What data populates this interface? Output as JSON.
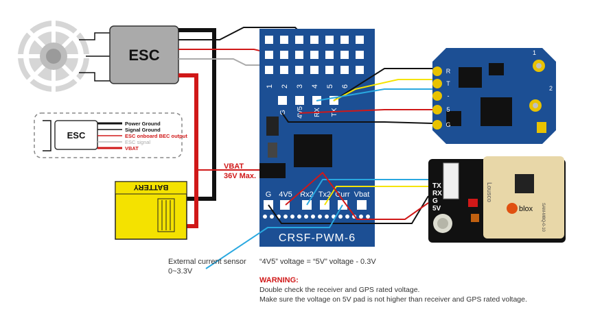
{
  "esc_main_label": "ESC",
  "legend": {
    "esc_label": "ESC",
    "items": [
      {
        "text": "Power Ground",
        "color": "#111111"
      },
      {
        "text": "Signal Ground",
        "color": "#111111"
      },
      {
        "text": "ESC onboard BEC output",
        "color": "#d01818"
      },
      {
        "text": "ESC signal",
        "color": "#aaaaaa"
      },
      {
        "text": "VBAT",
        "color": "#d01818"
      }
    ]
  },
  "battery_label": "BATTERY",
  "vbat_note": {
    "line1": "VBAT",
    "line2": "36V Max."
  },
  "board": {
    "name": "CRSF-PWM-6",
    "channel_labels": [
      "1",
      "2",
      "3",
      "4",
      "5",
      "6"
    ],
    "top_pins": [
      "G",
      "4V5",
      "RX",
      "TX"
    ],
    "bottom_pins": [
      "G",
      "4V5",
      "Rx2",
      "Tx2",
      "Curr",
      "Vbat"
    ]
  },
  "receiver_pins": [
    "R",
    "T",
    "-",
    "5",
    "G"
  ],
  "gps": {
    "pins": [
      "TX",
      "RX",
      "G",
      "5V"
    ],
    "brand": "blox",
    "module": "SAM-M8Q-0-10"
  },
  "captions": {
    "current_sensor_1": "External current sensor",
    "current_sensor_2": "0~3.3V",
    "voltage_note": "“4V5” voltage = “5V” voltage - 0.3V"
  },
  "warning": {
    "title": "WARNING:",
    "line1": "Double check the receiver and GPS rated voltage.",
    "line2": "Make sure the voltage on 5V pad is not higher than receiver and GPS rated voltage."
  },
  "colors": {
    "board_blue": "#1c4f94",
    "wire_red": "#d01818",
    "wire_black": "#111111",
    "wire_yellow": "#f5e400",
    "wire_cyan": "#29a8e0",
    "battery_yellow": "#f4e200"
  }
}
